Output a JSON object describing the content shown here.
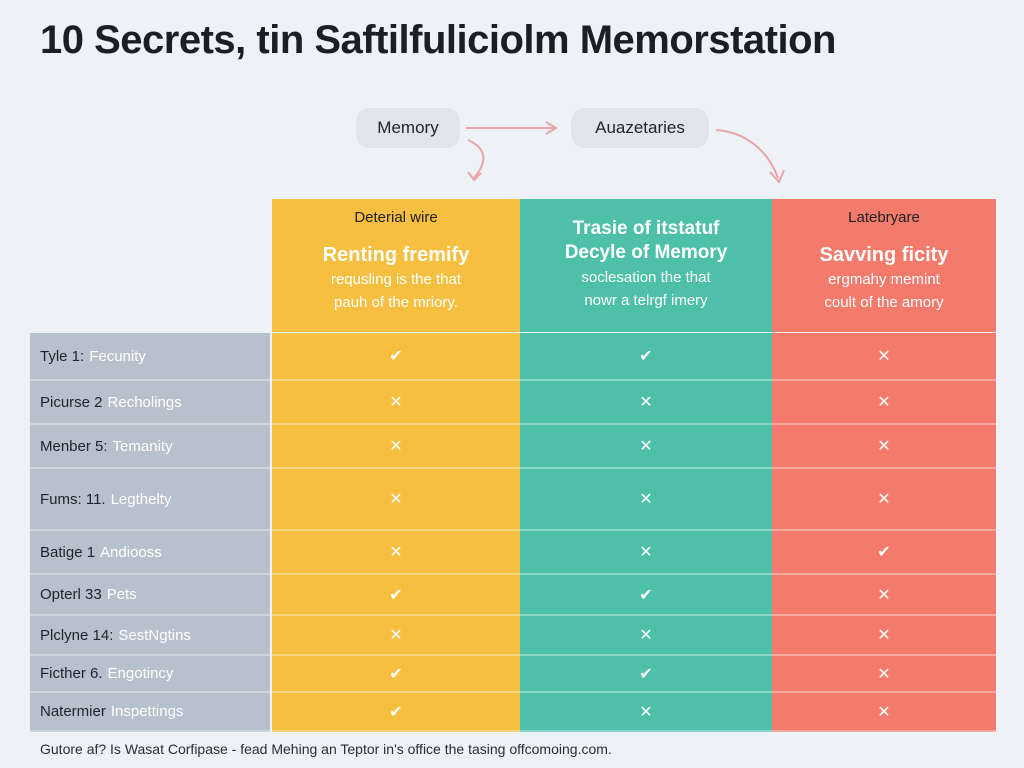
{
  "title": "10 Secrets, tin Saftilfuliciolm Memorstation",
  "flow": {
    "left_label": "Memory",
    "right_label": "Auazetaries"
  },
  "columns": [
    {
      "kicker": "Deterial wire",
      "headline": "Renting fremify",
      "desc_line1": "requsling is the that",
      "desc_line2": "pauh of the mriory.",
      "color": "#f6bf3f"
    },
    {
      "kicker": "",
      "headline_line1": "Trasie of itstatuf",
      "headline_line2": "Decyle of Memory",
      "desc_line1": "soclesation the that",
      "desc_line2": "nowr a telrgf imery",
      "color": "#4ec0aa"
    },
    {
      "kicker": "Latebryare",
      "headline": "Savving ficity",
      "desc_line1": "ergmahy memint",
      "desc_line2": "coult of the amory",
      "color": "#f47a6c"
    }
  ],
  "rows": [
    {
      "label_a": "Tyle 1:",
      "label_b": "Fecunity",
      "marks": [
        "✔",
        "✔",
        "✕"
      ]
    },
    {
      "label_a": "Picurse 2",
      "label_b": "Recholings",
      "marks": [
        "✕",
        "✕",
        "✕"
      ]
    },
    {
      "label_a": "Menber 5:",
      "label_b": "Temanity",
      "marks": [
        "✕",
        "✕",
        "✕"
      ]
    },
    {
      "label_a": "Fums: 11.",
      "label_b": "Legthelty",
      "marks": [
        "✕",
        "✕",
        "✕"
      ]
    },
    {
      "label_a": "Batige 1",
      "label_b": "Andiooss",
      "marks": [
        "✕",
        "✕",
        "✔"
      ]
    },
    {
      "label_a": "Opterl 33",
      "label_b": "Pets",
      "marks": [
        "✔",
        "✔",
        "✕"
      ]
    },
    {
      "label_a": "Plclyne 14:",
      "label_b": "SestNgtins",
      "marks": [
        "✕",
        "✕",
        "✕"
      ]
    },
    {
      "label_a": "Ficther 6.",
      "label_b": "Engotincy",
      "marks": [
        "✔",
        "✔",
        "✕"
      ]
    },
    {
      "label_a": "Natermier",
      "label_b": "Inspettings",
      "marks": [
        "✔",
        "✕",
        "✕"
      ]
    }
  ],
  "footer": "Gutore af? Is Wasat Corfipase - fead Mehing an Teptor in's office the tasing offcomoing.com."
}
